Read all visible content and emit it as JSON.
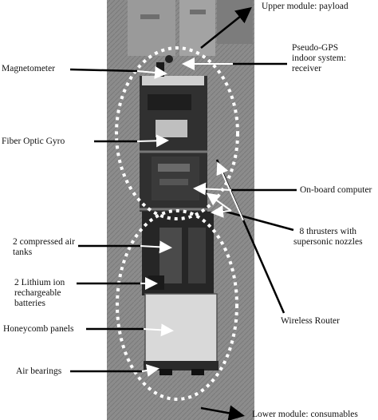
{
  "labels": {
    "upper_module": "Upper module: payload",
    "pseudo_gps": [
      "Pseudo-GPS",
      "indoor system:",
      "receiver"
    ],
    "magnetometer": "Magnetometer",
    "fiber_optic_gyro": "Fiber Optic Gyro",
    "onboard_computer": "On-board computer",
    "thrusters": [
      "8  thrusters with",
      "supersonic nozzles"
    ],
    "compressed_air": [
      "2 compressed air",
      "tanks"
    ],
    "batteries": [
      "2 Lithium ion",
      "rechargeable",
      "batteries"
    ],
    "wireless_router": "Wireless Router",
    "honeycomb": "Honeycomb panels",
    "air_bearings": "Air bearings",
    "lower_module": "Lower module: consumables"
  },
  "colors": {
    "photo_dark": "#2e2e2e",
    "photo_floor": "#8a8a8a",
    "panel": "#d8d8d8",
    "ellipse": "#ffffff",
    "arrow": "#000000"
  }
}
